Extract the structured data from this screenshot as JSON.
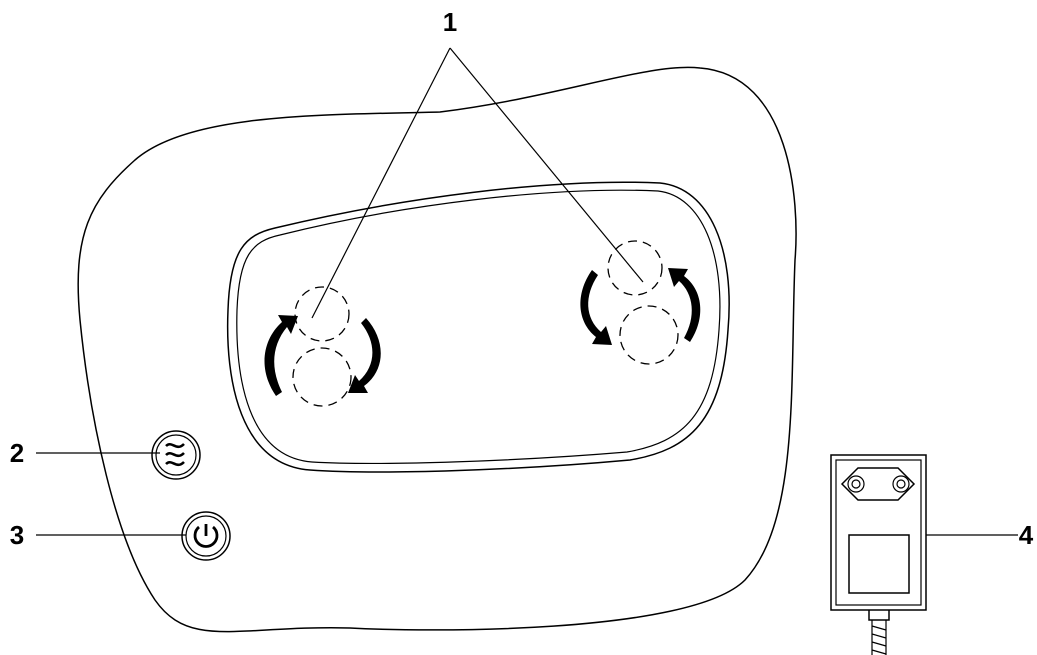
{
  "diagram": {
    "callouts": [
      {
        "id": "1",
        "label": "1"
      },
      {
        "id": "2",
        "label": "2"
      },
      {
        "id": "3",
        "label": "3"
      },
      {
        "id": "4",
        "label": "4"
      }
    ],
    "icons": {
      "massage_heads": "dashed-circle-pair-icon",
      "rotation_arrows": "curved-arrow-icon",
      "heat_button": "heat-waves-icon",
      "power_button": "power-icon",
      "adapter_plug": "euro-plug-icon"
    }
  }
}
